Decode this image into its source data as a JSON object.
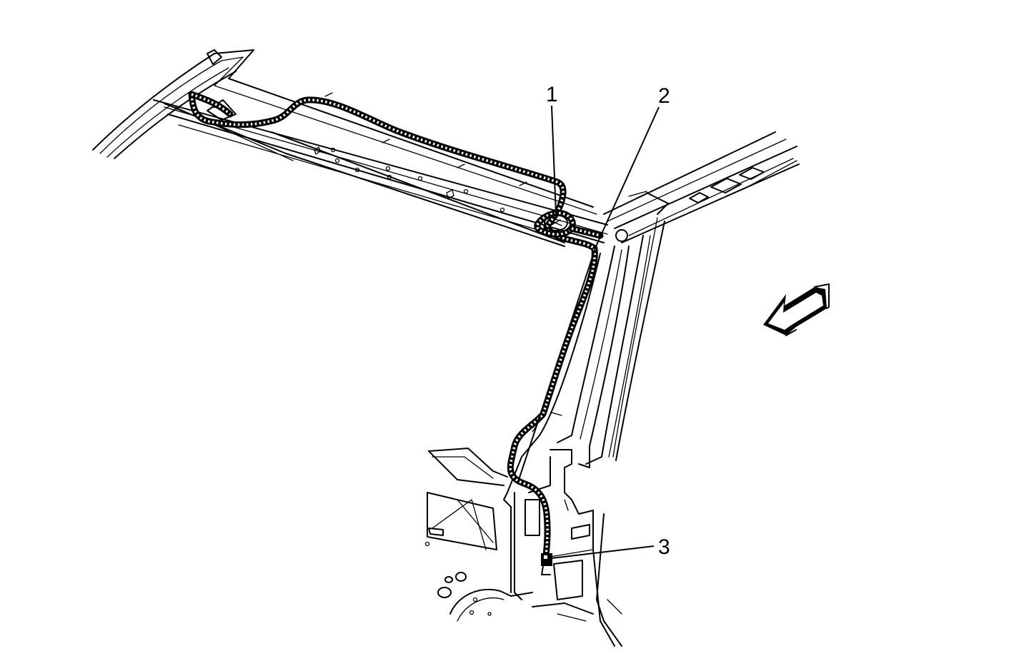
{
  "diagram": {
    "callouts": [
      {
        "id": "1",
        "label": "1"
      },
      {
        "id": "2",
        "label": "2"
      },
      {
        "id": "3",
        "label": "3"
      }
    ],
    "colors": {
      "line": "#000000",
      "background": "#ffffff"
    },
    "icons": {
      "direction": "forward-arrow-icon"
    }
  }
}
